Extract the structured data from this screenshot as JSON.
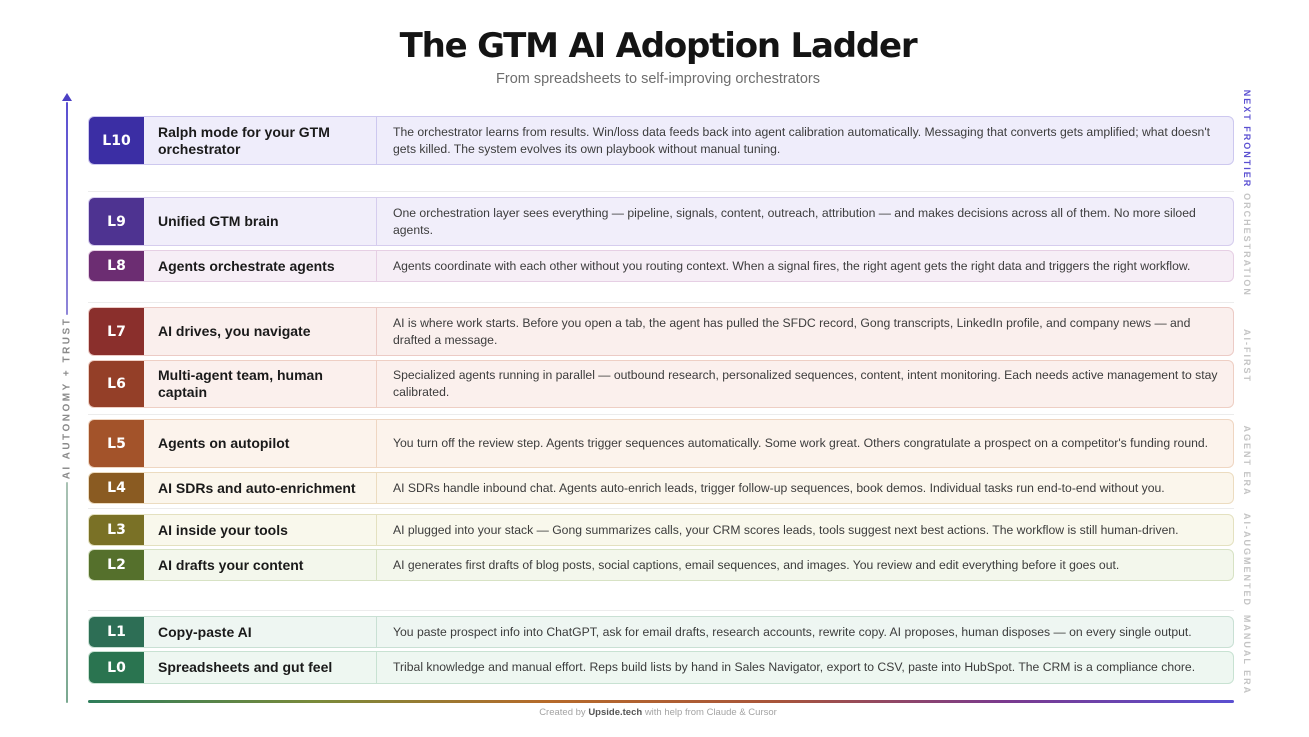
{
  "header": {
    "title": "The GTM AI Adoption Ladder",
    "subtitle": "From spreadsheets to self-improving orchestrators"
  },
  "axis": {
    "label": "AI AUTONOMY + TRUST"
  },
  "levels": [
    {
      "code": "L10",
      "name": "Ralph mode for your GTM orchestrator",
      "description": "The orchestrator learns from results. Win/loss data feeds back into agent calibration automatically. Messaging that converts gets amplified; what doesn't gets killed. The system evolves its own playbook without manual tuning.",
      "badge_color": "#3b2ea4",
      "bg_color": "#efedfb",
      "border_color": "#cdc8ef"
    },
    {
      "code": "L9",
      "name": "Unified GTM brain",
      "description": "One orchestration layer sees everything — pipeline, signals, content, outreach, attribution — and makes decisions across all of them. No more siloed agents.",
      "badge_color": "#4e3391",
      "bg_color": "#f1eefa",
      "border_color": "#d6cdee"
    },
    {
      "code": "L8",
      "name": "Agents orchestrate agents",
      "description": "Agents coordinate with each other without you routing context. When a signal fires, the right agent gets the right data and triggers the right workflow.",
      "badge_color": "#6c2d72",
      "bg_color": "#f6eef6",
      "border_color": "#e6cfe4"
    },
    {
      "code": "L7",
      "name": "AI drives, you navigate",
      "description": "AI is where work starts. Before you open a tab, the agent has pulled the SFDC record, Gong transcripts, LinkedIn profile, and company news — and drafted a message.",
      "badge_color": "#8a2f2c",
      "bg_color": "#faefed",
      "border_color": "#eccbc6"
    },
    {
      "code": "L6",
      "name": "Multi-agent team, human captain",
      "description": "Specialized agents running in parallel — outbound research, personalized sequences, content, intent monitoring. Each needs active management to stay calibrated.",
      "badge_color": "#943f28",
      "bg_color": "#fbf0ed",
      "border_color": "#eecfc4"
    },
    {
      "code": "L5",
      "name": "Agents on autopilot",
      "description": "You turn off the review step. Agents trigger sequences automatically. Some work great. Others congratulate a prospect on a competitor's funding round.",
      "badge_color": "#a3532a",
      "bg_color": "#fcf3ec",
      "border_color": "#efd6c2"
    },
    {
      "code": "L4",
      "name": "AI SDRs and auto-enrichment",
      "description": "AI SDRs handle inbound chat. Agents auto-enrich leads, trigger follow-up sequences, book demos. Individual tasks run end-to-end without you.",
      "badge_color": "#8a5b22",
      "bg_color": "#fbf6ec",
      "border_color": "#ecdcc0"
    },
    {
      "code": "L3",
      "name": "AI inside your tools",
      "description": "AI plugged into your stack — Gong summarizes calls, your CRM scores leads, tools suggest next best actions. The workflow is still human-driven.",
      "badge_color": "#7a7126",
      "bg_color": "#f9f8ec",
      "border_color": "#e4e1c0"
    },
    {
      "code": "L2",
      "name": "AI drafts your content",
      "description": "AI generates first drafts of blog posts, social captions, email sequences, and images. You review and edit everything before it goes out.",
      "badge_color": "#55702c",
      "bg_color": "#f3f7ec",
      "border_color": "#d7e2c4"
    },
    {
      "code": "L1",
      "name": "Copy-paste AI",
      "description": "You paste prospect info into ChatGPT, ask for email drafts, research accounts, rewrite copy. AI proposes, human disposes — on every single output.",
      "badge_color": "#2d6e55",
      "bg_color": "#eef6f2",
      "border_color": "#c9e0d4"
    },
    {
      "code": "L0",
      "name": "Spreadsheets and gut feel",
      "description": "Tribal knowledge and manual effort. Reps build lists by hand in Sales Navigator, export to CSV, paste into HubSpot. The CRM is a compliance chore.",
      "badge_color": "#2a7450",
      "bg_color": "#eef7f1",
      "border_color": "#c8e2d2"
    }
  ],
  "eras": [
    {
      "label": "NEXT FRONTIER",
      "highlight": true
    },
    {
      "label": "ORCHESTRATION",
      "highlight": false
    },
    {
      "label": "AI-FIRST",
      "highlight": false
    },
    {
      "label": "AGENT ERA",
      "highlight": false
    },
    {
      "label": "AI-AUGMENTED",
      "highlight": false
    },
    {
      "label": "MANUAL ERA",
      "highlight": false
    }
  ],
  "footer": {
    "prefix": "Created by",
    "brand": "Upside.tech",
    "suffix": "with help from Claude & Cursor"
  }
}
